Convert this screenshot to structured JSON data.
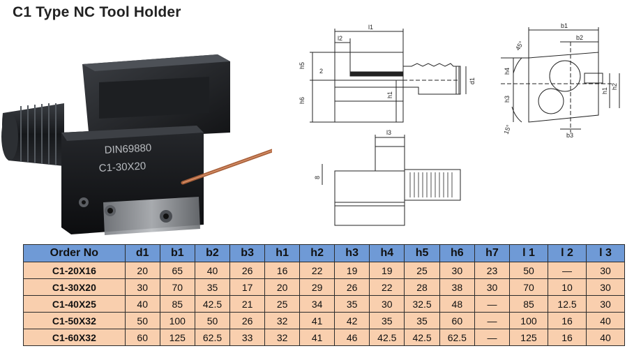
{
  "title": "C1 Type NC Tool Holder",
  "photo": {
    "engraving_line1": "DIN69880",
    "engraving_line2": "C1-30X20"
  },
  "drawing_labels": {
    "l1": "l1",
    "l2": "l2",
    "l3": "l3",
    "b1": "b1",
    "b2": "b2",
    "b3": "b3",
    "h1": "h1",
    "h2": "h2",
    "h3": "h3",
    "h4": "h4",
    "h5": "h5",
    "h6": "h6",
    "d1": "d1",
    "two": "2",
    "eight": "8",
    "angle_top": "45°",
    "angle_bottom": "15°"
  },
  "table": {
    "headers": [
      "Order No",
      "d1",
      "b1",
      "b2",
      "b3",
      "h1",
      "h2",
      "h3",
      "h4",
      "h5",
      "h6",
      "h7",
      "l 1",
      "l 2",
      "l 3"
    ],
    "rows": [
      [
        "C1-20X16",
        "20",
        "65",
        "40",
        "26",
        "16",
        "22",
        "19",
        "19",
        "25",
        "30",
        "23",
        "50",
        "—",
        "30"
      ],
      [
        "C1-30X20",
        "30",
        "70",
        "35",
        "17",
        "20",
        "29",
        "26",
        "22",
        "28",
        "38",
        "30",
        "70",
        "10",
        "30"
      ],
      [
        "C1-40X25",
        "40",
        "85",
        "42.5",
        "21",
        "25",
        "34",
        "35",
        "30",
        "32.5",
        "48",
        "—",
        "85",
        "12.5",
        "30"
      ],
      [
        "C1-50X32",
        "50",
        "100",
        "50",
        "26",
        "32",
        "41",
        "42",
        "35",
        "35",
        "60",
        "—",
        "100",
        "16",
        "40"
      ],
      [
        "C1-60X32",
        "60",
        "125",
        "62.5",
        "33",
        "32",
        "41",
        "46",
        "42.5",
        "42.5",
        "62.5",
        "—",
        "125",
        "16",
        "40"
      ]
    ]
  }
}
